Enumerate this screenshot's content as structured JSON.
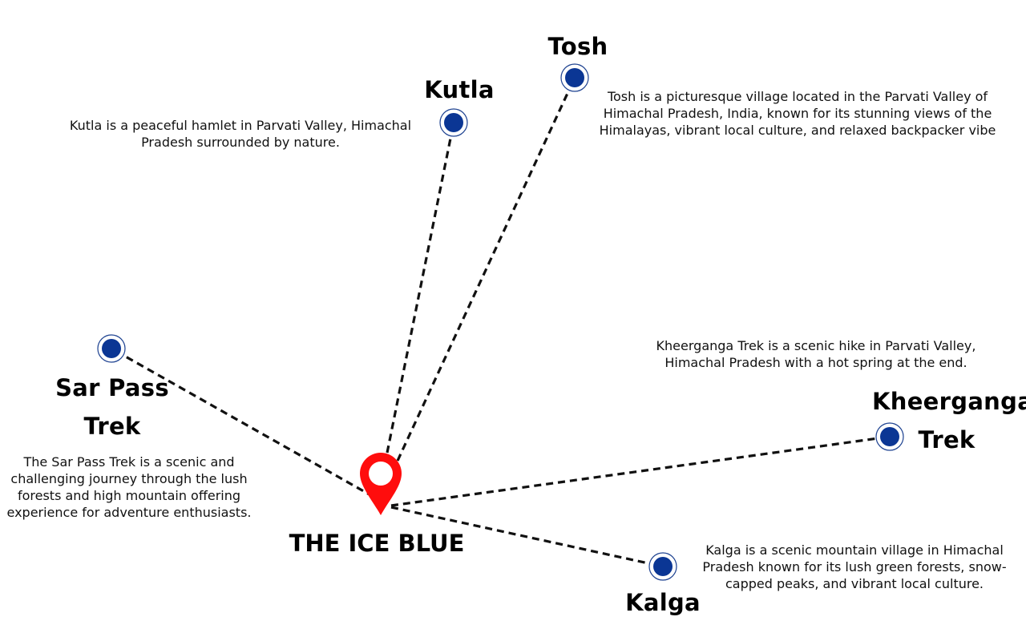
{
  "center": {
    "label": "THE ICE BLUE",
    "pin_color": "#ff0d0d"
  },
  "colors": {
    "dot": "#0b3694",
    "line": "#111111",
    "text": "#111111"
  },
  "destinations": [
    {
      "id": "tosh",
      "title_lines": [
        "Tosh"
      ],
      "description": "Tosh is a picturesque village located in the Parvati Valley of Himachal Pradesh, India, known for its stunning views of the Himalayas, vibrant local culture, and relaxed backpacker vibe"
    },
    {
      "id": "kutla",
      "title_lines": [
        "Kutla"
      ],
      "description": "Kutla is a peaceful hamlet in Parvati Valley, Himachal Pradesh surrounded by nature."
    },
    {
      "id": "sar-pass-trek",
      "title_lines": [
        "Sar Pass",
        "Trek"
      ],
      "description": "The Sar Pass Trek is a scenic and challenging journey through the lush forests and high mountain offering experience for adventure enthusiasts."
    },
    {
      "id": "kheerganga-trek",
      "title_lines": [
        "Kheerganga",
        "Trek"
      ],
      "description": "Kheerganga Trek is a scenic hike in Parvati Valley, Himachal Pradesh with a hot spring at the end."
    },
    {
      "id": "kalga",
      "title_lines": [
        "Kalga"
      ],
      "description": "Kalga is a scenic mountain village in Himachal Pradesh known for its lush green forests, snow-capped peaks, and vibrant local culture."
    }
  ]
}
